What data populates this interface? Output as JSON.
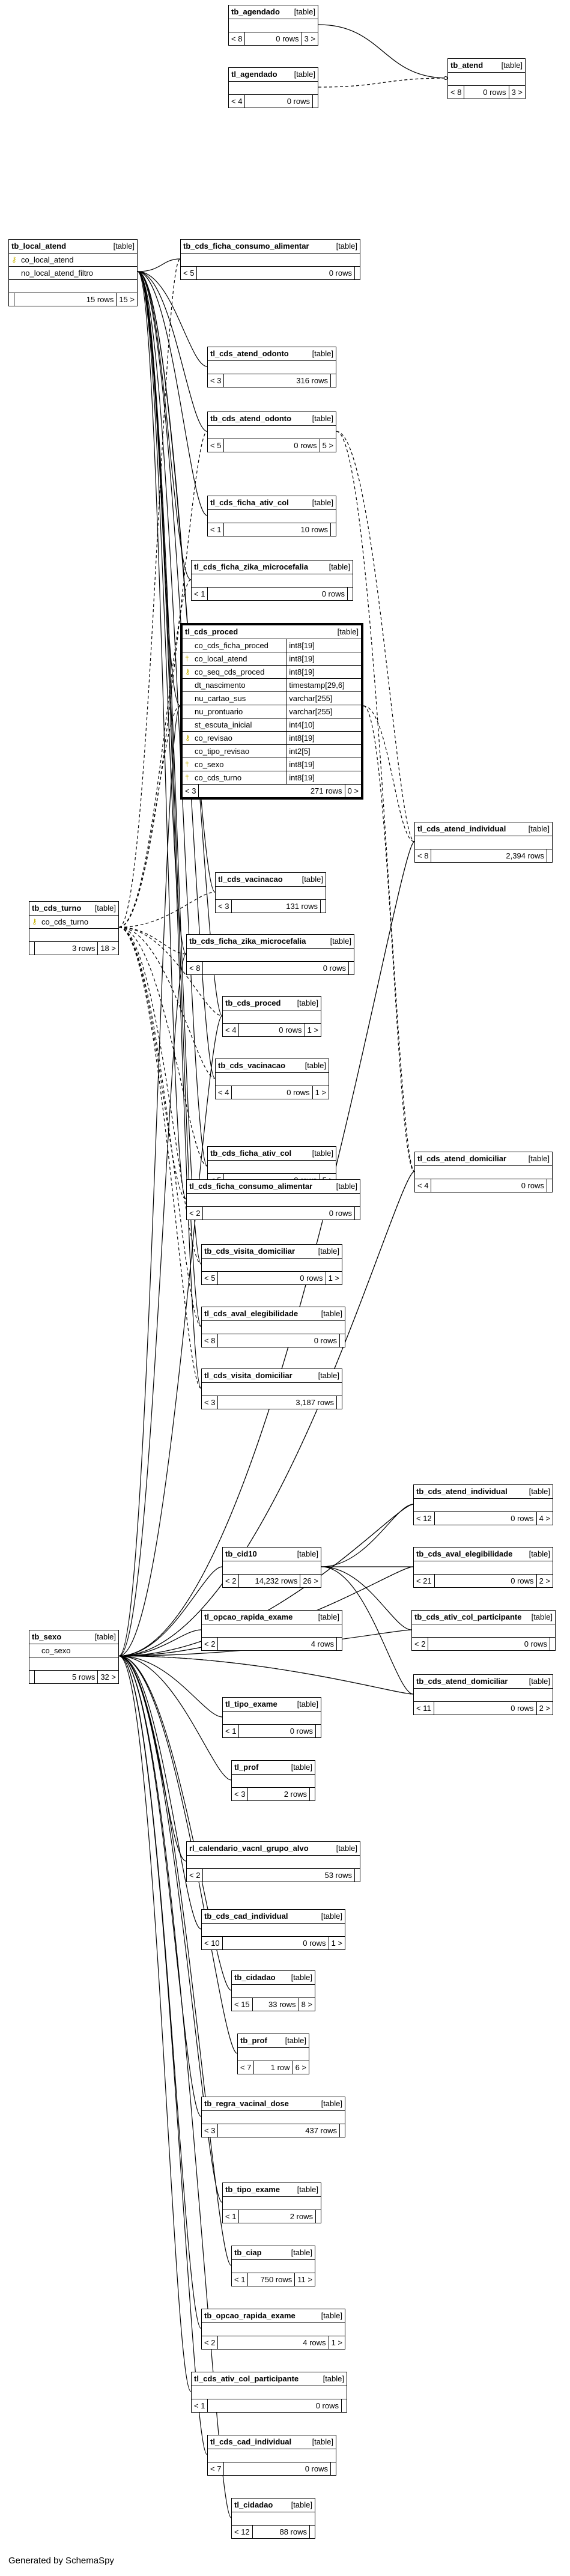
{
  "generator": "Generated by SchemaSpy",
  "tables": [
    {
      "id": "t1",
      "name": "tb_agendado",
      "tag": "[table]",
      "footer": [
        "< 8",
        "0 rows",
        "3 >"
      ]
    },
    {
      "id": "t2",
      "name": "tl_agendado",
      "tag": "[table]",
      "footer": [
        "< 4",
        "0 rows",
        ""
      ]
    },
    {
      "id": "t3",
      "name": "tb_atend",
      "tag": "[table]",
      "footer": [
        "< 8",
        "0 rows",
        "3 >"
      ]
    },
    {
      "id": "t4",
      "name": "tb_local_atend",
      "tag": "[table]",
      "columns": [
        {
          "n": "co_local_atend",
          "k": "pk"
        },
        {
          "n": "no_local_atend_filtro",
          "k": ""
        }
      ],
      "footer": [
        "",
        "15 rows",
        "15 >"
      ]
    },
    {
      "id": "t5",
      "name": "tb_cds_ficha_consumo_alimentar",
      "tag": "[table]",
      "footer": [
        "< 5",
        "0 rows",
        ""
      ]
    },
    {
      "id": "t6",
      "name": "tl_cds_atend_odonto",
      "tag": "[table]",
      "footer": [
        "< 3",
        "316 rows",
        ""
      ]
    },
    {
      "id": "t7",
      "name": "tb_cds_atend_odonto",
      "tag": "[table]",
      "footer": [
        "< 5",
        "0 rows",
        "5 >"
      ]
    },
    {
      "id": "t8",
      "name": "tl_cds_ficha_ativ_col",
      "tag": "[table]",
      "footer": [
        "< 1",
        "10 rows",
        ""
      ]
    },
    {
      "id": "t9",
      "name": "tl_cds_ficha_zika_microcefalia",
      "tag": "[table]",
      "footer": [
        "< 1",
        "0 rows",
        ""
      ]
    },
    {
      "id": "t10",
      "name": "tl_cds_proced",
      "tag": "[table]",
      "columns": [
        {
          "n": "co_cds_ficha_proced",
          "t": "int8[19]",
          "k": ""
        },
        {
          "n": "co_local_atend",
          "t": "int8[19]",
          "k": "fk"
        },
        {
          "n": "co_seq_cds_proced",
          "t": "int8[19]",
          "k": "pk"
        },
        {
          "n": "dt_nascimento",
          "t": "timestamp[29,6]",
          "k": ""
        },
        {
          "n": "nu_cartao_sus",
          "t": "varchar[255]",
          "k": ""
        },
        {
          "n": "nu_prontuario",
          "t": "varchar[255]",
          "k": ""
        },
        {
          "n": "st_escuta_inicial",
          "t": "int4[10]",
          "k": ""
        },
        {
          "n": "co_revisao",
          "t": "int8[19]",
          "k": "pk"
        },
        {
          "n": "co_tipo_revisao",
          "t": "int2[5]",
          "k": ""
        },
        {
          "n": "co_sexo",
          "t": "int8[19]",
          "k": "fk"
        },
        {
          "n": "co_cds_turno",
          "t": "int8[19]",
          "k": "fk"
        }
      ],
      "footer": [
        "< 3",
        "271 rows",
        "0 >"
      ]
    },
    {
      "id": "t11",
      "name": "tl_cds_atend_individual",
      "tag": "[table]",
      "footer": [
        "< 8",
        "2,394 rows",
        ""
      ]
    },
    {
      "id": "t12",
      "name": "tb_cds_turno",
      "tag": "[table]",
      "columns": [
        {
          "n": "co_cds_turno",
          "k": "pk"
        }
      ],
      "footer": [
        "",
        "3 rows",
        "18 >"
      ]
    },
    {
      "id": "t13",
      "name": "tl_cds_vacinacao",
      "tag": "[table]",
      "footer": [
        "< 3",
        "131 rows",
        ""
      ]
    },
    {
      "id": "t14",
      "name": "tb_cds_ficha_zika_microcefalia",
      "tag": "[table]",
      "footer": [
        "< 8",
        "0 rows",
        ""
      ]
    },
    {
      "id": "t15",
      "name": "tb_cds_proced",
      "tag": "[table]",
      "footer": [
        "< 4",
        "0 rows",
        "1 >"
      ]
    },
    {
      "id": "t16",
      "name": "tb_cds_vacinacao",
      "tag": "[table]",
      "footer": [
        "< 4",
        "0 rows",
        "1 >"
      ]
    },
    {
      "id": "t17",
      "name": "tb_cds_ficha_ativ_col",
      "tag": "[table]",
      "footer": [
        "< 5",
        "0 rows",
        "5 >"
      ]
    },
    {
      "id": "t18",
      "name": "tl_cds_atend_domiciliar",
      "tag": "[table]",
      "footer": [
        "< 4",
        "0 rows",
        ""
      ]
    },
    {
      "id": "t19",
      "name": "tl_cds_ficha_consumo_alimentar",
      "tag": "[table]",
      "footer": [
        "< 2",
        "0 rows",
        ""
      ]
    },
    {
      "id": "t20",
      "name": "tb_cds_visita_domiciliar",
      "tag": "[table]",
      "footer": [
        "< 5",
        "0 rows",
        "1 >"
      ]
    },
    {
      "id": "t21",
      "name": "tl_cds_aval_elegibilidade",
      "tag": "[table]",
      "footer": [
        "< 8",
        "0 rows",
        ""
      ]
    },
    {
      "id": "t22",
      "name": "tl_cds_visita_domiciliar",
      "tag": "[table]",
      "footer": [
        "< 3",
        "3,187 rows",
        ""
      ]
    },
    {
      "id": "t23",
      "name": "tb_cds_atend_individual",
      "tag": "[table]",
      "footer": [
        "< 12",
        "0 rows",
        "4 >"
      ]
    },
    {
      "id": "t24",
      "name": "tb_cid10",
      "tag": "[table]",
      "footer": [
        "< 2",
        "14,232 rows",
        "26 >"
      ]
    },
    {
      "id": "t25",
      "name": "tb_cds_aval_elegibilidade",
      "tag": "[table]",
      "footer": [
        "< 21",
        "0 rows",
        "2 >"
      ]
    },
    {
      "id": "t26",
      "name": "tb_sexo",
      "tag": "[table]",
      "columns": [
        {
          "n": "co_sexo",
          "k": ""
        }
      ],
      "footer": [
        "",
        "5 rows",
        "32 >"
      ]
    },
    {
      "id": "t27",
      "name": "tl_opcao_rapida_exame",
      "tag": "[table]",
      "footer": [
        "< 2",
        "4 rows",
        ""
      ]
    },
    {
      "id": "t28",
      "name": "tb_cds_ativ_col_participante",
      "tag": "[table]",
      "footer": [
        "< 2",
        "0 rows",
        ""
      ]
    },
    {
      "id": "t29",
      "name": "tb_cds_atend_domiciliar",
      "tag": "[table]",
      "footer": [
        "< 11",
        "0 rows",
        "2 >"
      ]
    },
    {
      "id": "t30",
      "name": "tl_tipo_exame",
      "tag": "[table]",
      "footer": [
        "< 1",
        "0 rows",
        ""
      ]
    },
    {
      "id": "t31",
      "name": "tl_prof",
      "tag": "[table]",
      "footer": [
        "< 3",
        "2 rows",
        ""
      ]
    },
    {
      "id": "t32",
      "name": "rl_calendario_vacnl_grupo_alvo",
      "tag": "[table]",
      "footer": [
        "< 2",
        "53 rows",
        ""
      ]
    },
    {
      "id": "t33",
      "name": "tb_cds_cad_individual",
      "tag": "[table]",
      "footer": [
        "< 10",
        "0 rows",
        "1 >"
      ]
    },
    {
      "id": "t34",
      "name": "tb_cidadao",
      "tag": "[table]",
      "footer": [
        "< 15",
        "33 rows",
        "8 >"
      ]
    },
    {
      "id": "t35",
      "name": "tb_prof",
      "tag": "[table]",
      "footer": [
        "< 7",
        "1 row",
        "6 >"
      ]
    },
    {
      "id": "t36",
      "name": "tb_regra_vacinal_dose",
      "tag": "[table]",
      "footer": [
        "< 3",
        "437 rows",
        ""
      ]
    },
    {
      "id": "t37",
      "name": "tb_tipo_exame",
      "tag": "[table]",
      "footer": [
        "< 1",
        "2 rows",
        ""
      ]
    },
    {
      "id": "t38",
      "name": "tb_ciap",
      "tag": "[table]",
      "footer": [
        "< 1",
        "750 rows",
        "11 >"
      ]
    },
    {
      "id": "t39",
      "name": "tb_opcao_rapida_exame",
      "tag": "[table]",
      "footer": [
        "< 2",
        "4 rows",
        "1 >"
      ]
    },
    {
      "id": "t40",
      "name": "tl_cds_ativ_col_participante",
      "tag": "[table]",
      "footer": [
        "< 1",
        "0 rows",
        ""
      ]
    },
    {
      "id": "t41",
      "name": "tl_cds_cad_individual",
      "tag": "[table]",
      "footer": [
        "< 7",
        "0 rows",
        ""
      ]
    },
    {
      "id": "t42",
      "name": "tl_cidadao",
      "tag": "[table]",
      "footer": [
        "< 12",
        "88 rows",
        ""
      ]
    }
  ]
}
